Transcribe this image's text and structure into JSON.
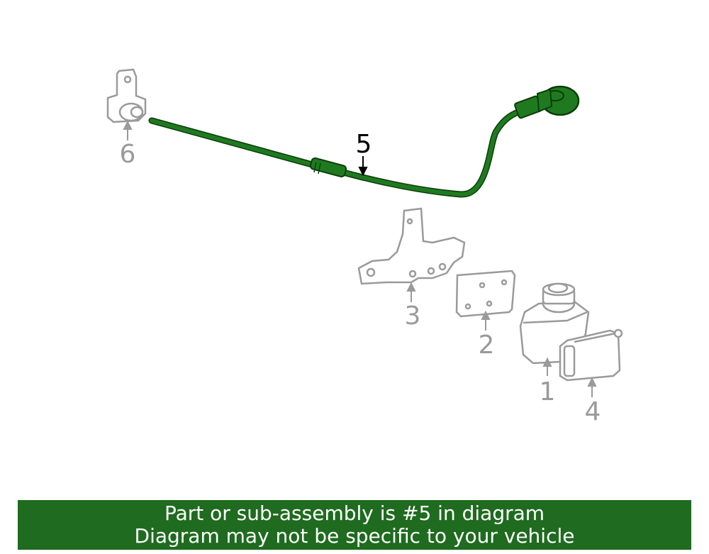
{
  "callouts": {
    "part_1": "1",
    "part_2": "2",
    "part_3": "3",
    "part_4": "4",
    "part_5": "5",
    "part_6": "6"
  },
  "highlighted_part": "5",
  "colors": {
    "highlight": "#1f7a1f",
    "highlight_outline": "#0b3d0b",
    "parts_outline": "#9a9a9a",
    "banner_bg": "#1f6b1f",
    "banner_text": "#ffffff"
  },
  "banner": {
    "line1": "Part or sub-assembly is #5 in diagram",
    "line2": "Diagram may not be specific to your vehicle"
  }
}
